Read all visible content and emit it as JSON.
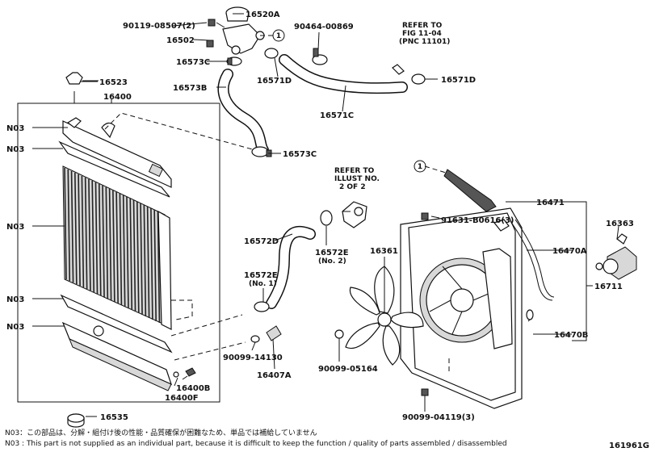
{
  "labels": {
    "p16520a": "16520A",
    "p90119": "90119-08507(2)",
    "p16502": "16502",
    "p90464": "90464-00869",
    "ref_fig_1": "REFER TO",
    "ref_fig_2": "FIG 11-04",
    "ref_fig_3": "(PNC 11101)",
    "p16573c_top": "16573C",
    "p16571d_left": "16571D",
    "p16571d_right": "16571D",
    "p16523": "16523",
    "p16573b": "16573B",
    "p16400": "16400",
    "p16571c": "16571C",
    "p16573c_bottom": "16573C",
    "n03_1": "N03",
    "n03_2": "N03",
    "n03_3": "N03",
    "n03_4": "N03",
    "n03_5": "N03",
    "ref_illust_1": "REFER TO",
    "ref_illust_2": "ILLUST NO.",
    "ref_illust_3": "2 OF 2",
    "p16471": "16471",
    "p91631": "91631-B0616(3)",
    "p16363": "16363",
    "p16572d": "16572D",
    "p16572e_no2": "16572E",
    "no2": "(No. 2)",
    "p16361": "16361",
    "p16470a": "16470A",
    "p16711": "16711",
    "p16572e_no1": "16572E",
    "no1": "(No. 1)",
    "p16470b": "16470B",
    "p90099_14130": "90099-14130",
    "p90099_05164": "90099-05164",
    "p16407a": "16407A",
    "p16400b": "16400B",
    "p16400f": "16400F",
    "p16535": "16535",
    "p90099_04119": "90099-04119(3)",
    "circle_ref_1": "1",
    "circle_ref_2": "1"
  },
  "notes": {
    "line_jp": "N03：この部品は、分解・組付け後の性能・品質確保が困難なため、単品では補給していません",
    "line_en": "N03 : This part is not supplied as an individual part, because it is difficult to keep the function / quality of parts assembled / disassembled"
  },
  "illustration_id": "161961G"
}
